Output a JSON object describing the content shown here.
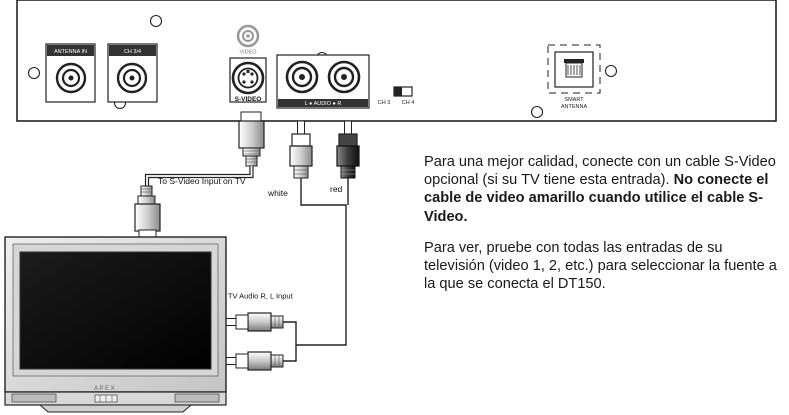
{
  "panel": {
    "antenna_in": "ANTENNA IN",
    "ch34": "CH 3/4",
    "video": "VIDEO",
    "svideo": "S-VIDEO",
    "audio": "L ● AUDIO ● R",
    "ch3": "CH 3",
    "ch4": "CH 4",
    "smart_antenna_1": "SMART",
    "smart_antenna_2": "ANTENNA"
  },
  "cables": {
    "svideo_label": "To S-Video Input on TV",
    "white": "white",
    "red": "red",
    "tv_audio": "To TV Audio R, L Input"
  },
  "tv": {
    "brand": "APEX"
  },
  "description": {
    "p1": "Para una mejor calidad, conecte con un cable S-Video opcional (si su TV tiene esta entrada).",
    "p1_bold": "No conecte el cable de video amarillo cuando utilice el cable S-Video.",
    "p2": "Para ver, pruebe con todas las entradas de su televisión (video 1, 2, etc.) para seleccionar la fuente a la que se conecta el DT150."
  }
}
